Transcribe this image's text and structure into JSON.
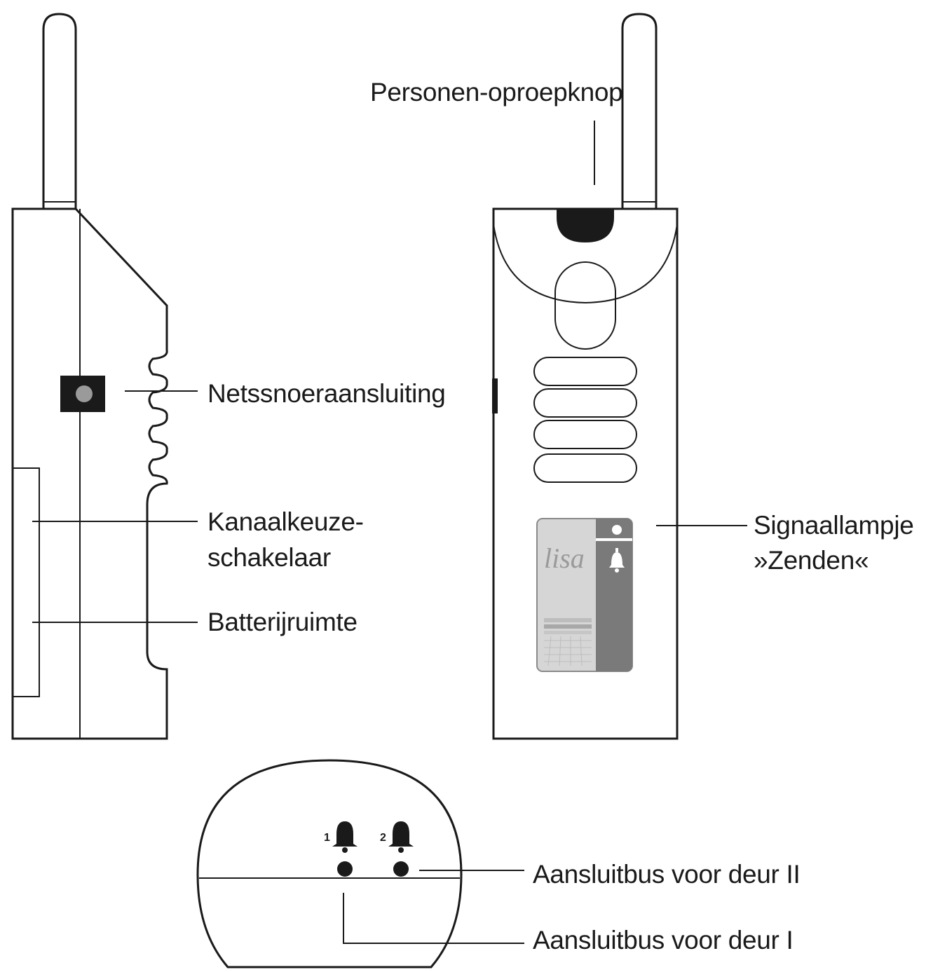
{
  "labels": {
    "personen_oproepknop": "Personen-oproepknop",
    "netssnoeraansluiting": "Netssnoeraansluiting",
    "kanaalkeuze_line1": "Kanaalkeuze-",
    "kanaalkeuze_line2": "schakelaar",
    "batterijruimte": "Batterijruimte",
    "signaallampje_line1": "Signaallampje",
    "signaallampje_line2": "»Zenden«",
    "aansluitbus_deur_2": "Aansluitbus voor deur II",
    "aansluitbus_deur_1": "Aansluitbus voor deur I"
  },
  "device_markings": {
    "brand_logo": "lisa",
    "bell_1_number": "1",
    "bell_2_number": "2"
  },
  "icons": [
    "bell-icon",
    "indicator-led-icon"
  ],
  "colors": {
    "line": "#1a1a1a",
    "panel": "#d6d6d6",
    "panel_dark": "#7a7a7a",
    "background": "#ffffff"
  }
}
